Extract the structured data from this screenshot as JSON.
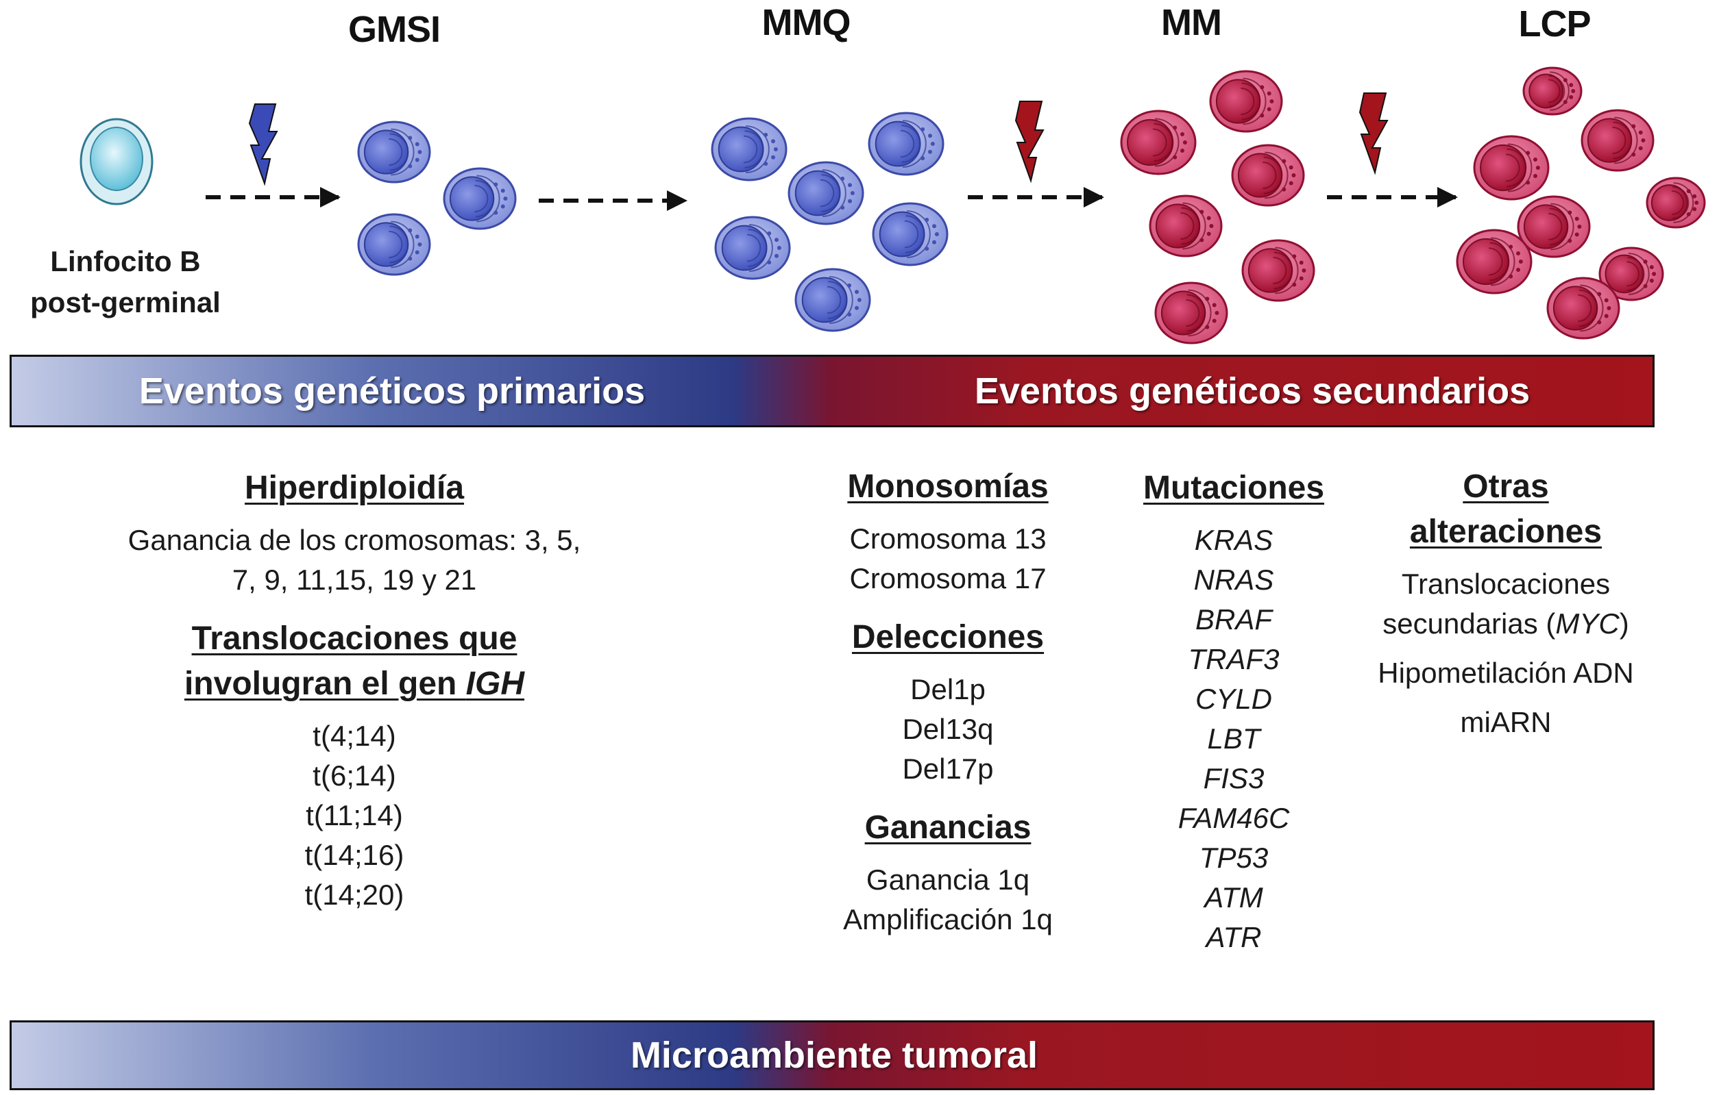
{
  "stages": [
    "GMSI",
    "MMQ",
    "MM",
    "LCP"
  ],
  "origin": {
    "line1": "Linfocito B",
    "line2": "post-germinal"
  },
  "bands": {
    "primary": "Eventos genéticos primarios",
    "secondary": "Eventos genéticos secundarios",
    "microenv": "Microambiente tumoral"
  },
  "hiperdiploidia": {
    "title": "Hiperdiploidía",
    "line1": "Ganancia de los cromosomas: 3, 5,",
    "line2": "7, 9, 11,15, 19 y 21"
  },
  "translocaciones": {
    "title_line1": "Translocaciones que",
    "title_line2_prefix": "involugran el gen ",
    "title_line2_gene": "IGH",
    "items": [
      "t(4;14)",
      "t(6;14)",
      "t(11;14)",
      "t(14;16)",
      "t(14;20)"
    ]
  },
  "monosomias": {
    "title": "Monosomías",
    "items": [
      "Cromosoma 13",
      "Cromosoma 17"
    ]
  },
  "delecciones": {
    "title": "Delecciones",
    "items": [
      "Del1p",
      "Del13q",
      "Del17p"
    ]
  },
  "ganancias": {
    "title": "Ganancias",
    "items": [
      "Ganancia 1q",
      "Amplificación 1q"
    ]
  },
  "mutaciones": {
    "title": "Mutaciones",
    "genes": [
      "KRAS",
      "NRAS",
      "BRAF",
      "TRAF3",
      "CYLD",
      "LBT",
      "FIS3",
      "FAM46C",
      "TP53",
      "ATM",
      "ATR"
    ]
  },
  "otras": {
    "title_line1": "Otras",
    "title_line2": "alteraciones",
    "trans_line1": "Translocaciones",
    "trans_line2_prefix": "secundarias (",
    "trans_line2_gene": "MYC",
    "trans_line2_suffix": ")",
    "hipo": "Hipometilación ADN",
    "mirna": "miARN"
  },
  "colors": {
    "blue_cell": "#8f9be0",
    "blue_nucleus": "#5567c9",
    "red_cell": "#d9557a",
    "red_nucleus": "#b5173f",
    "bolt_blue": "#3a4bb8",
    "bolt_red": "#a3141c",
    "band_blue": "#2d3a85",
    "band_red": "#a3141c"
  }
}
